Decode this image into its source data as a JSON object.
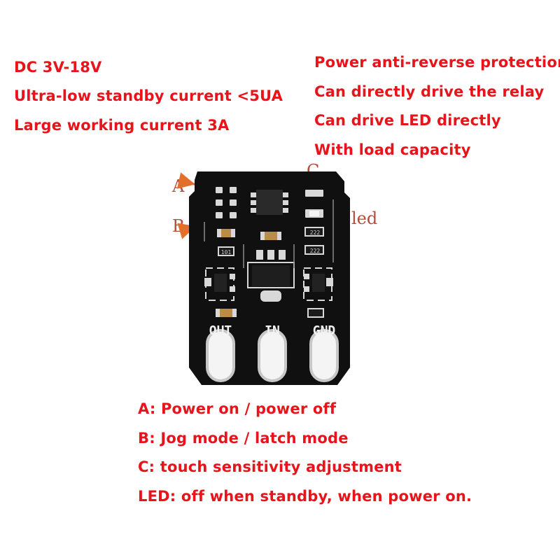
{
  "specs_left": [
    "DC 3V-18V",
    "Ultra-low standby current <5UA",
    "Large working current 3A"
  ],
  "specs_right": [
    "Power anti-reverse protection",
    "Can directly drive the relay",
    "Can drive LED directly",
    "With load capacity"
  ],
  "callouts": {
    "a": "A",
    "b": "B",
    "c": "C",
    "led": "led"
  },
  "pcb": {
    "pins": [
      "OUT",
      "IN",
      "GND"
    ],
    "component_codes": [
      "222",
      "222",
      "101"
    ]
  },
  "legend": [
    "A: Power on / power off",
    "B: Jog mode / latch mode",
    "C: touch sensitivity adjustment",
    "LED: off when standby, when power on."
  ],
  "colors": {
    "text_red": "#e8131b",
    "board": "#101010",
    "silkscreen": "#f2f2f2",
    "arrow": "#e2702a"
  }
}
